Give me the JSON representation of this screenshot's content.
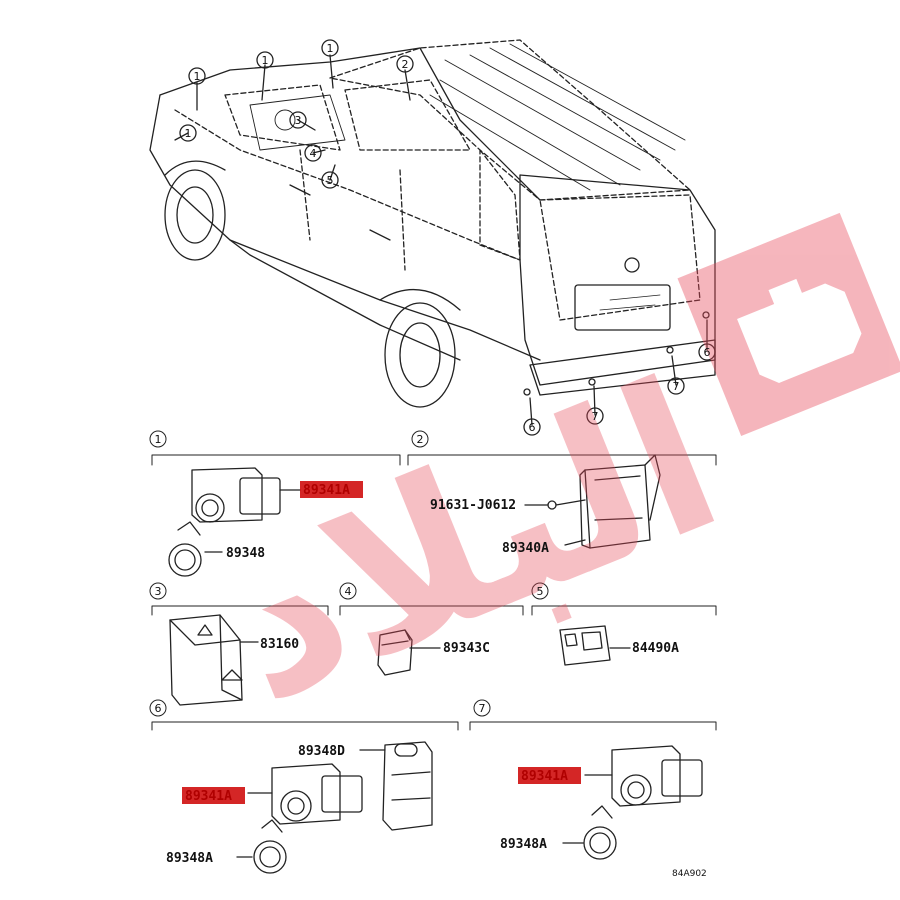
{
  "callouts": {
    "c1": "1",
    "c2": "2",
    "c3": "3",
    "c4": "4",
    "c5": "5",
    "c6": "6",
    "c7": "7"
  },
  "parts": {
    "p_89341A": "89341A",
    "p_89348": "89348",
    "p_91631": "91631-J0612",
    "p_89340A": "89340A",
    "p_83160": "83160",
    "p_89343C": "89343C",
    "p_84490A": "84490A",
    "p_89348D": "89348D",
    "p_89348A": "89348A"
  },
  "diagram_code": "84A902",
  "watermark": {
    "text": "البلاد",
    "color": "#e8495a"
  },
  "highlight_color": "#cc0000"
}
